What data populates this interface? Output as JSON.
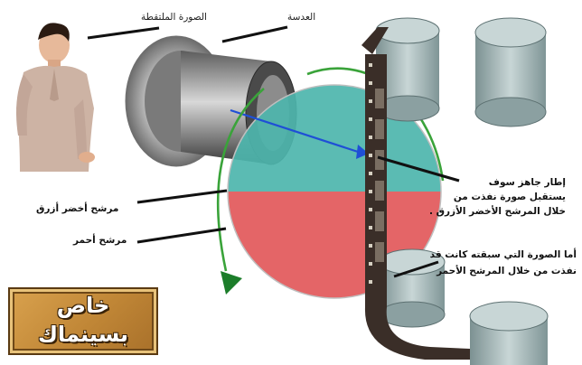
{
  "labels": {
    "captured_image": "الصورة الملتقطة",
    "lens": "العدسة",
    "blue_green_filter": "مرشح أخضر أزرق",
    "red_filter": "مرشح أحمر"
  },
  "notes": {
    "frame_ready": [
      "إطار جاهز سوف",
      "يستقبل صورة نفذت من",
      "خلال المرشح الأخضر الأزرق ."
    ],
    "previous_frame": [
      "أما الصورة التي سبقته كانت قد",
      "نفذت من خلال المرشح الأحمر"
    ]
  },
  "badge": {
    "line1": "خاص",
    "line2": "بسينماك"
  },
  "colors": {
    "filter_teal": "#4db5ad",
    "filter_red": "#e2585a",
    "rotation_arrow": "#3aa33a",
    "light_ray": "#1f4fd6",
    "film_strip": "#3a2e28",
    "reel_gray": "#9fb2b3"
  }
}
